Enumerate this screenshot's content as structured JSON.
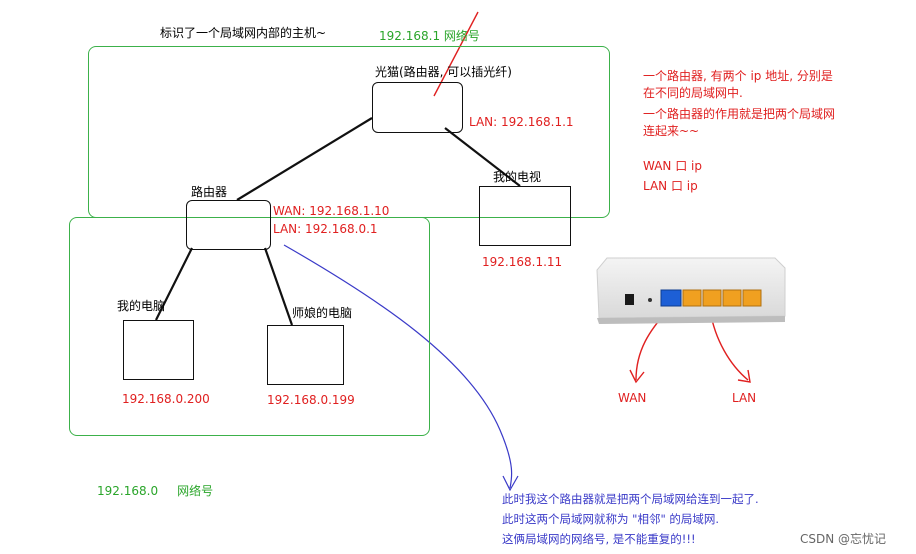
{
  "title": "标识了一个局域网内部的主机~",
  "top_network_label": "192.168.1  网络号",
  "bottom_network_label": "192.168.0     网络号",
  "modem": {
    "label": "光猫(路由器, 可以插光纤)",
    "lan_ip": "LAN: 192.168.1.1"
  },
  "tv": {
    "label": "我的电视",
    "ip": "192.168.1.11"
  },
  "router": {
    "label": "路由器",
    "wan_ip": "WAN: 192.168.1.10",
    "lan_ip": "LAN: 192.168.0.1"
  },
  "my_pc": {
    "label": "我的电脑",
    "ip": "192.168.0.200"
  },
  "other_pc": {
    "label": "师娘的电脑",
    "ip": "192.168.0.199"
  },
  "notes_right": [
    "一个路由器, 有两个 ip 地址, 分别是",
    "在不同的局域网中.",
    "一个路由器的作用就是把两个局域网",
    "连起来~~",
    "",
    "WAN 口 ip",
    "LAN 口 ip"
  ],
  "port_labels": {
    "wan": "WAN",
    "lan": "LAN"
  },
  "notes_bottom": [
    "此时我这个路由器就是把两个局域网给连到一起了.",
    "此时这两个局域网就称为 \"相邻\" 的局域网.",
    "这俩局域网的网络号, 是不能重复的!!!"
  ],
  "watermark": "CSDN @忘忧记",
  "colors": {
    "green": "#3cb14a",
    "red": "#e02020",
    "blue": "#3a3ac8",
    "black": "#111111"
  }
}
